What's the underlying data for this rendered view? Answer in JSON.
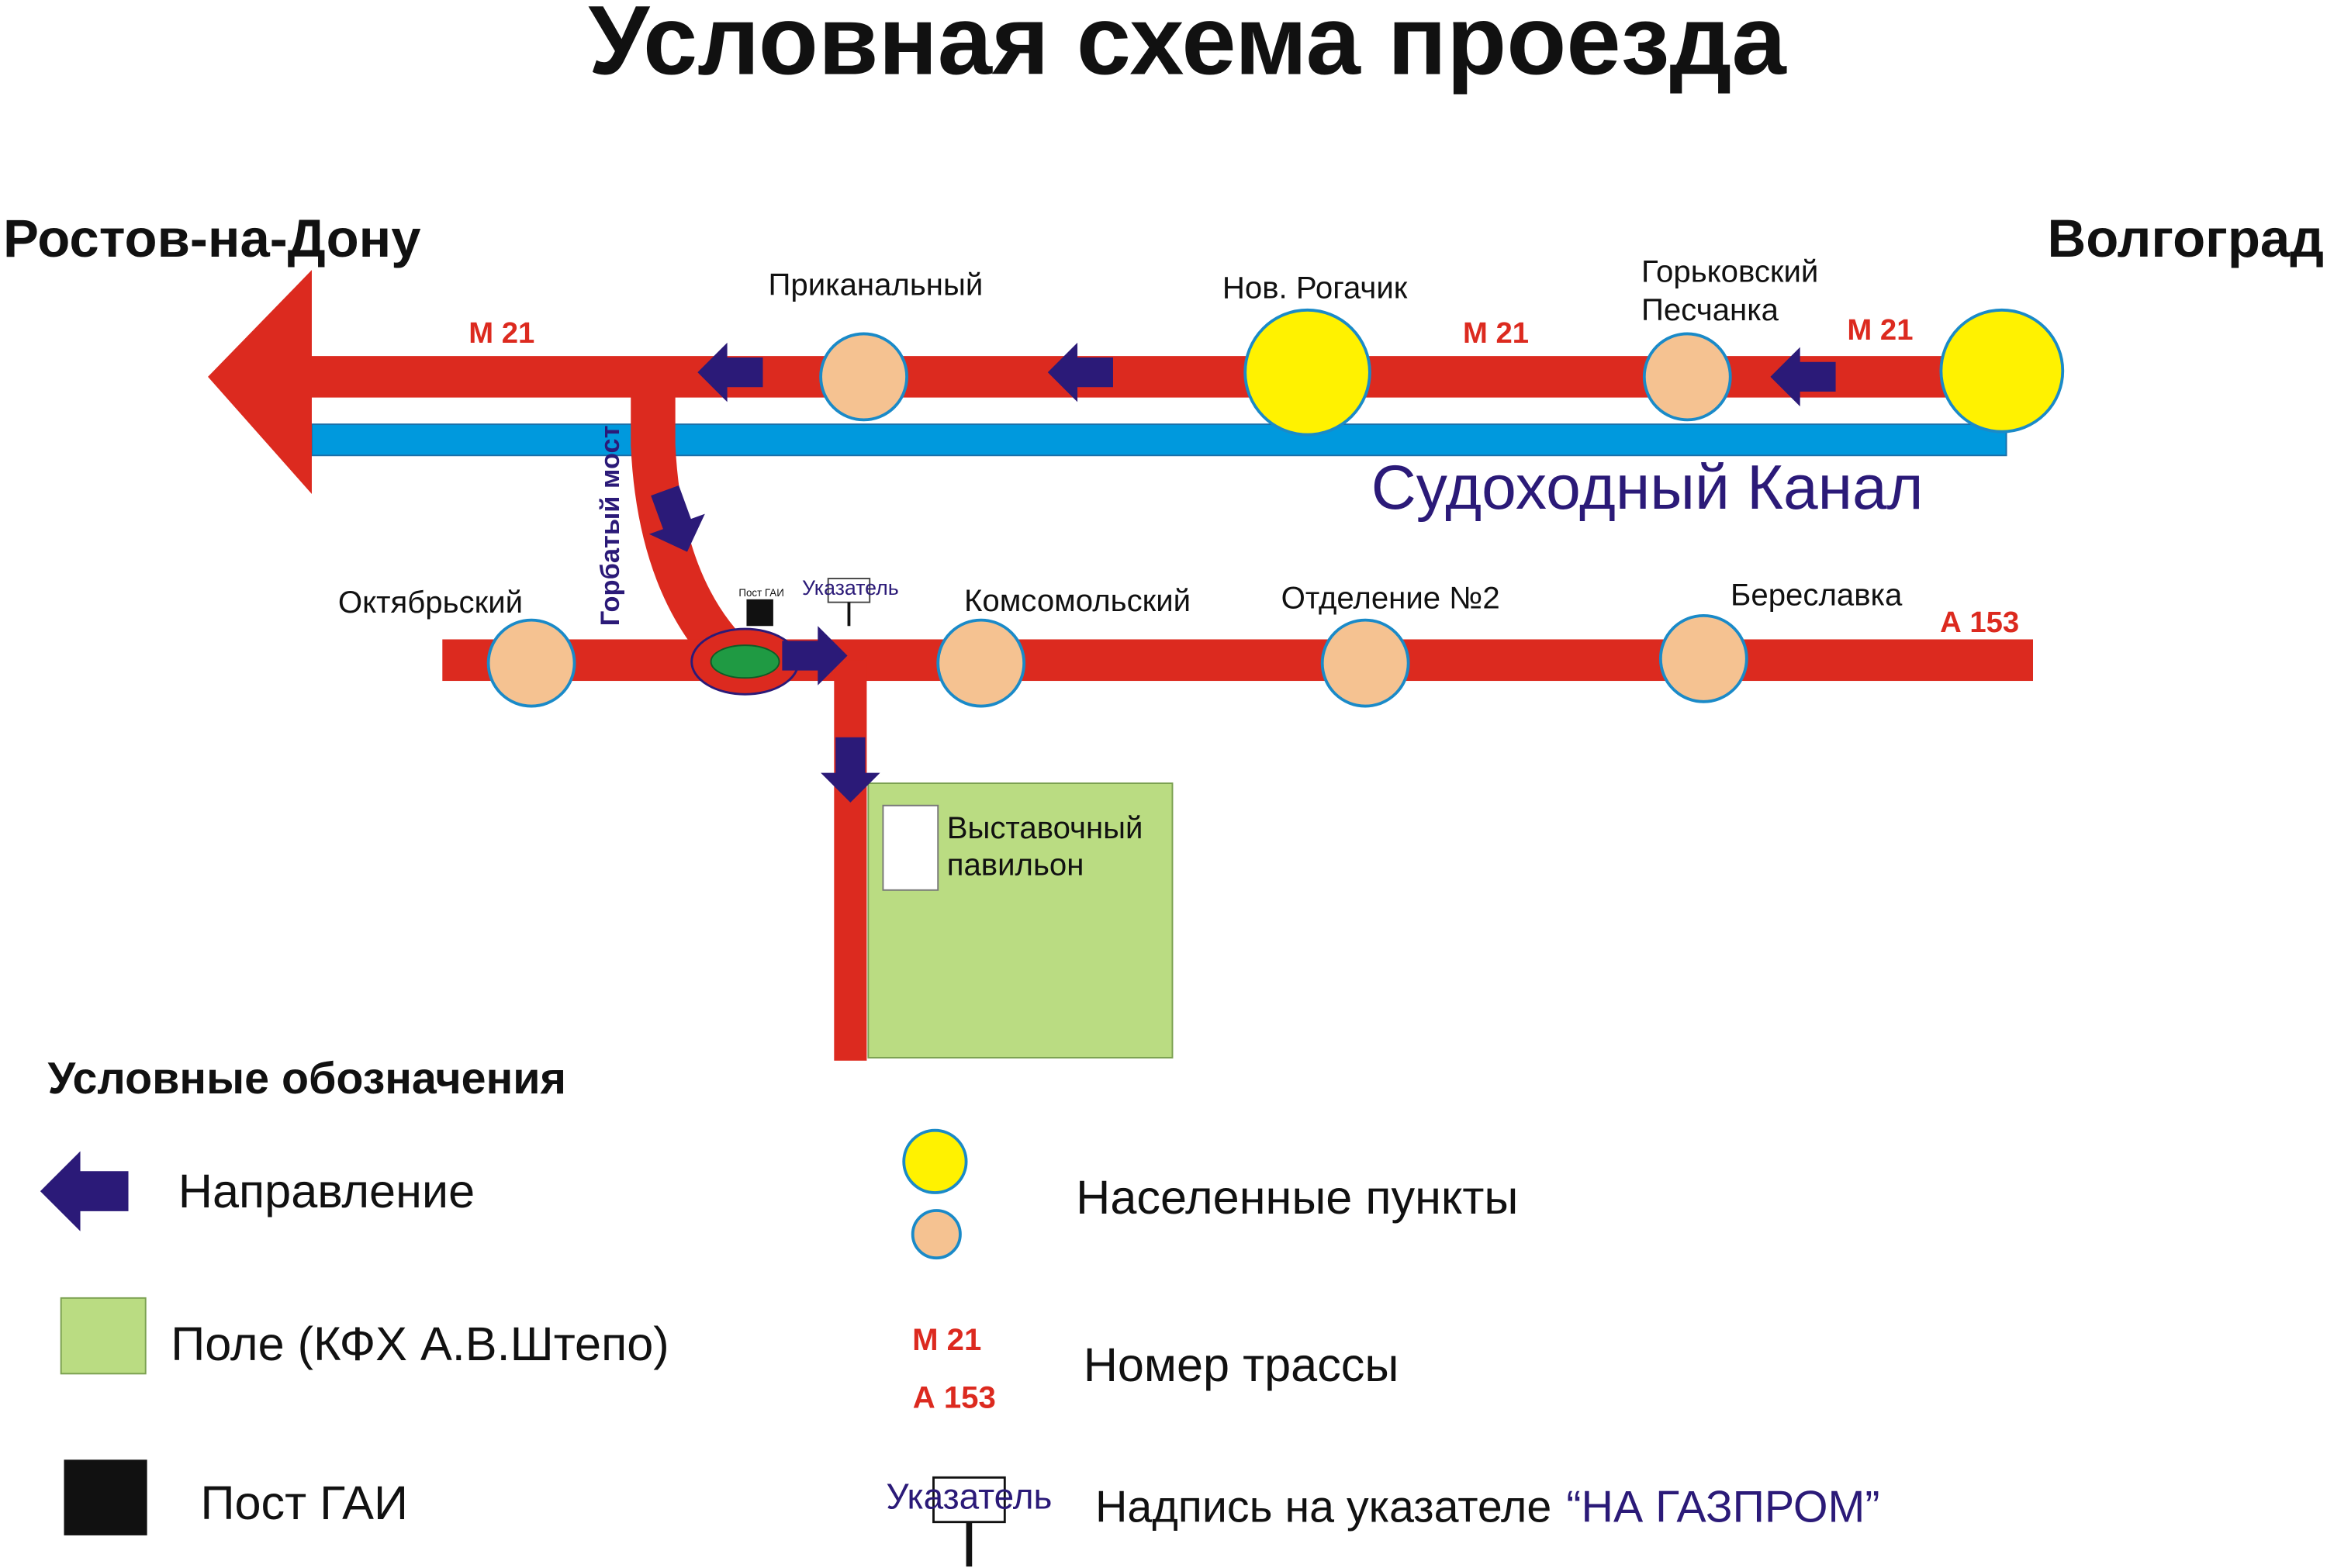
{
  "title": "Условная схема проезда",
  "cities": {
    "west": "Ростов-на-Дону",
    "east": "Волгоград"
  },
  "routes": {
    "m21": "М 21",
    "a153": "А 153"
  },
  "canal_label": "Судоходный Канал",
  "bridge_label": "Горбатый мост",
  "post_label": "Пост ГАИ",
  "sign_label": "Указатель",
  "settlements": {
    "prikanalny": "Приканальный",
    "nov_rogachik": "Нов. Рогачик",
    "gorkovsky": "Горьковский",
    "peschanka": "Песчанка",
    "oktyabrsky": "Октябрьский",
    "komsomolsky": "Комсомольский",
    "otdelenie2": "Отделение №2",
    "bereslavka": "Береславка"
  },
  "pavilion": {
    "line1": "Выставочный",
    "line2": "павильон"
  },
  "legend": {
    "title": "Условные обозначения",
    "direction": "Направление",
    "field": "Поле (КФХ А.В.Штепо)",
    "post": "Пост ГАИ",
    "settlements": "Населенные пункты",
    "route_number": "Номер трассы",
    "sign_text": "Надпись на указателе",
    "sign_quote": "“НА ГАЗПРОМ”"
  },
  "colors": {
    "road": "#dc2a1f",
    "canal": "#0099dd",
    "arrow": "#2b1a78",
    "settlement_large": "#fff200",
    "settlement_small": "#f5c291",
    "settlement_stroke": "#1a8ac8",
    "field": "#badc82",
    "roundabout": "#1f9a43",
    "post": "#111111"
  }
}
